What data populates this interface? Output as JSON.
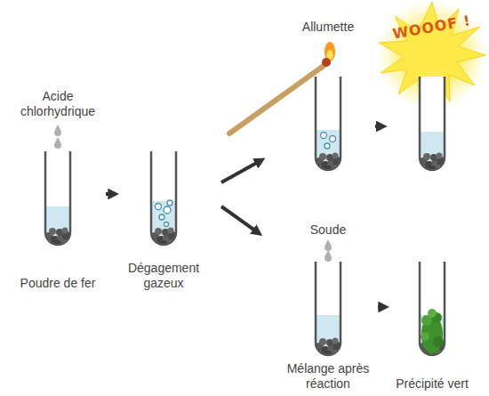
{
  "diagram": {
    "nodes": [
      {
        "text": [
          "Acide chlorhydrique",
          "Poudre de fer"
        ]
      },
      {
        "text": [
          "Dégagement gazeux"
        ]
      },
      {
        "text": [
          "Allumette"
        ]
      },
      {
        "text": [
          "WOOOF !"
        ]
      },
      {
        "text": [
          "Soude",
          "Mélange après réaction"
        ]
      },
      {
        "text": [
          "Précipité vert"
        ]
      }
    ],
    "edges": [
      {
        "from": 0,
        "to": 1,
        "arrow": "to"
      },
      {
        "from": 1,
        "to": 2,
        "arrow": "to"
      },
      {
        "from": 1,
        "to": 4,
        "arrow": "to"
      },
      {
        "from": 2,
        "to": 3,
        "arrow": "to"
      },
      {
        "from": 4,
        "to": 5,
        "arrow": "to"
      }
    ]
  }
}
